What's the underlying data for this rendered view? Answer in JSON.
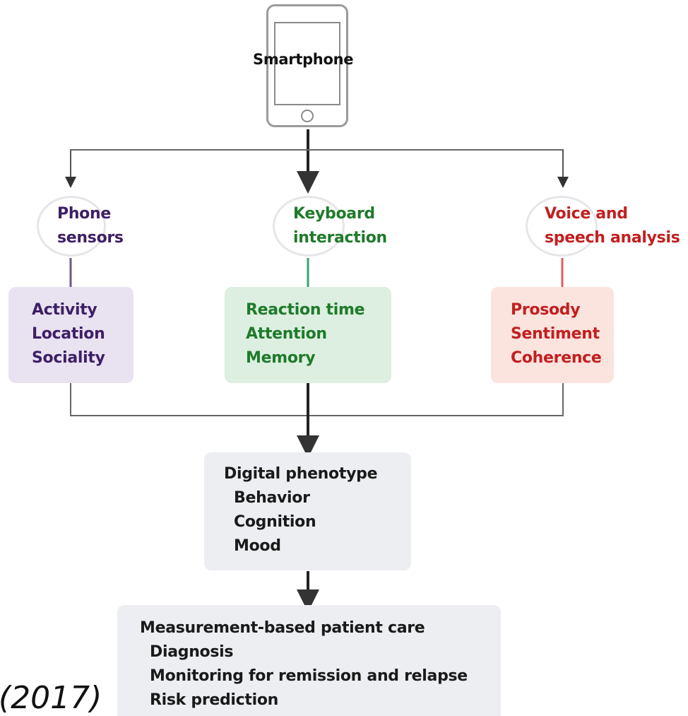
{
  "smartphone": {
    "label": "Smartphone"
  },
  "sources": [
    {
      "lines": [
        "Phone",
        "sensors"
      ],
      "color": "#3d1f66",
      "features": [
        "Activity",
        "Location",
        "Sociality"
      ],
      "box_color": "#e9e3f1"
    },
    {
      "lines": [
        "Keyboard",
        "interaction"
      ],
      "color": "#1e7a2a",
      "features": [
        "Reaction time",
        "Attention",
        "Memory"
      ],
      "box_color": "#dcefe0"
    },
    {
      "lines": [
        "Voice and",
        "speech analysis"
      ],
      "color": "#c21f1f",
      "features": [
        "Prosody",
        "Sentiment",
        "Coherence"
      ],
      "box_color": "#fbe3de"
    }
  ],
  "phenotype": {
    "title": "Digital phenotype",
    "items": [
      "Behavior",
      "Cognition",
      "Mood"
    ]
  },
  "care": {
    "title": "Measurement-based patient care",
    "items": [
      "Diagnosis",
      "Monitoring for remission and relapse",
      "Risk prediction"
    ]
  },
  "citation": "(2017)"
}
